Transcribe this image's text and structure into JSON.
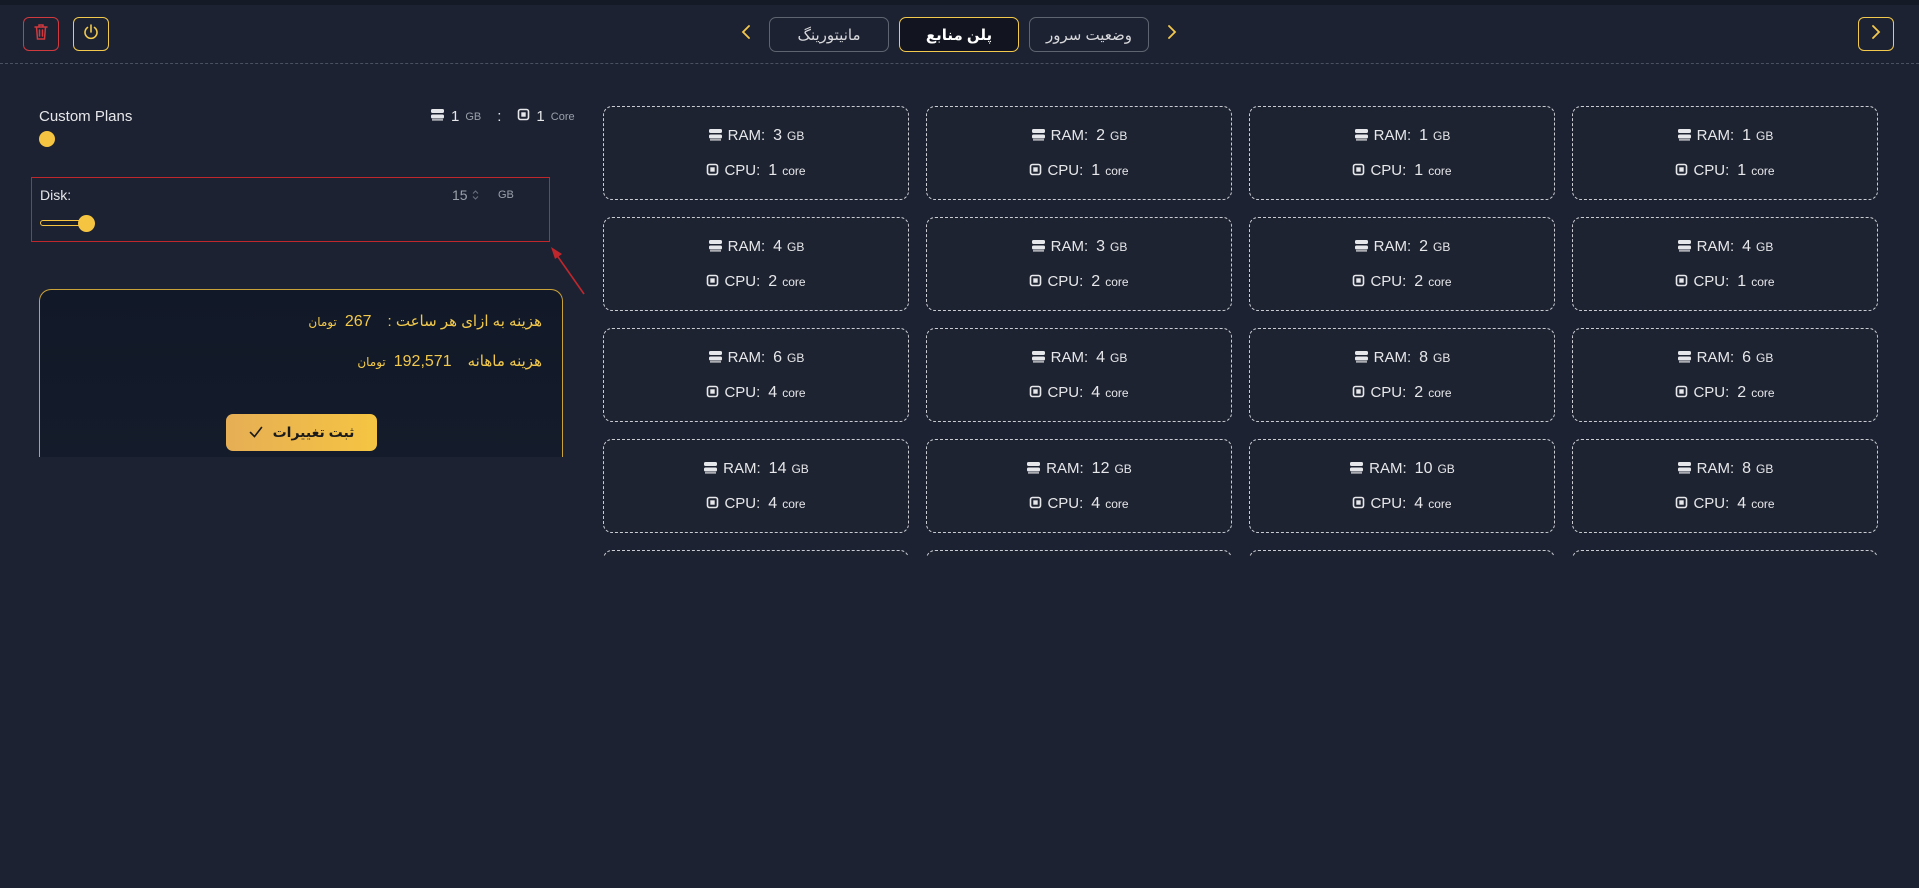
{
  "header": {
    "tabs": [
      {
        "label": "مانیتورینگ",
        "active": false
      },
      {
        "label": "پلن منابع",
        "active": true
      },
      {
        "label": "وضعیت سرور",
        "active": false
      }
    ],
    "accent": "#f2c94c",
    "danger": "#d0393e"
  },
  "custom": {
    "title": "Custom Plans",
    "ram_value": "1",
    "ram_unit": "GB",
    "separator": ":",
    "cpu_value": "1",
    "cpu_unit": "Core"
  },
  "disk": {
    "label": "Disk:",
    "value": "15",
    "unit": "GB",
    "slider_fraction": 0.8
  },
  "cost": {
    "hourly_label": "هزینه به ازای هر ساعت :",
    "hourly_value": "267",
    "hourly_currency": "تومان",
    "monthly_label": "هزینه ماهانه",
    "monthly_value": "192,571",
    "monthly_currency": "تومان",
    "submit_label": "ثبت تغییرات"
  },
  "plan_labels": {
    "ram": "RAM:",
    "cpu": "CPU:",
    "ram_unit": "GB",
    "cpu_unit": "core"
  },
  "plans": [
    {
      "ram": "3",
      "cpu": "1"
    },
    {
      "ram": "2",
      "cpu": "1"
    },
    {
      "ram": "1",
      "cpu": "1"
    },
    {
      "ram": "1",
      "cpu": "1"
    },
    {
      "ram": "4",
      "cpu": "2"
    },
    {
      "ram": "3",
      "cpu": "2"
    },
    {
      "ram": "2",
      "cpu": "2"
    },
    {
      "ram": "4",
      "cpu": "1"
    },
    {
      "ram": "6",
      "cpu": "4"
    },
    {
      "ram": "4",
      "cpu": "4"
    },
    {
      "ram": "8",
      "cpu": "2"
    },
    {
      "ram": "6",
      "cpu": "2"
    },
    {
      "ram": "14",
      "cpu": "4"
    },
    {
      "ram": "12",
      "cpu": "4"
    },
    {
      "ram": "10",
      "cpu": "4"
    },
    {
      "ram": "8",
      "cpu": "4"
    },
    {
      "ram": "",
      "cpu": ""
    },
    {
      "ram": "",
      "cpu": ""
    },
    {
      "ram": "",
      "cpu": ""
    },
    {
      "ram": "",
      "cpu": ""
    }
  ]
}
